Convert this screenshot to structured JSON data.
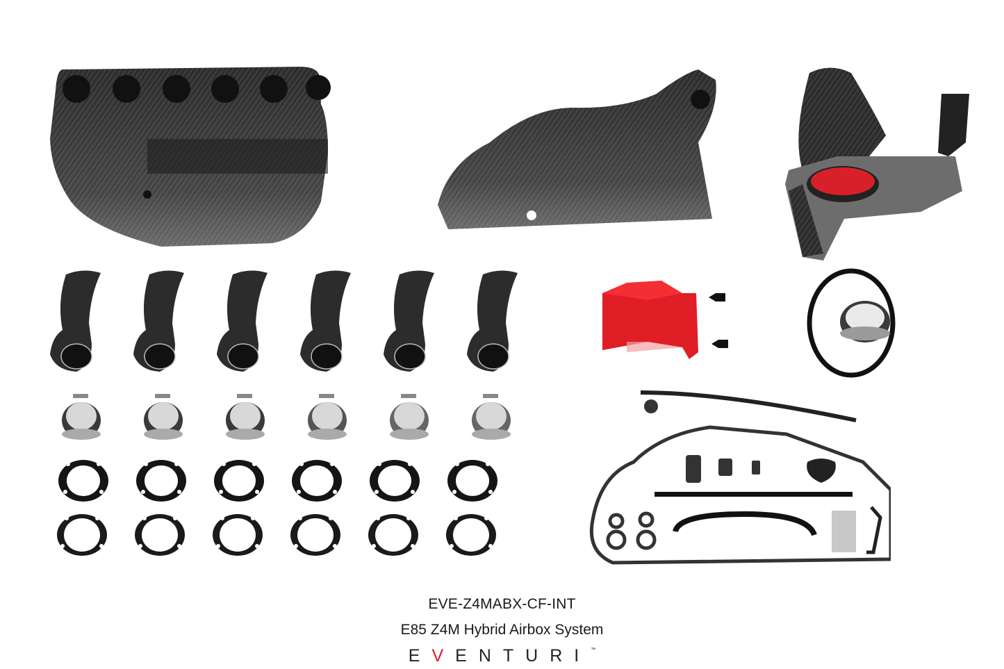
{
  "product": {
    "sku": "EVE-Z4MABX-CF-INT",
    "name": "E85 Z4M Hybrid Airbox System",
    "brand": {
      "prefix": "E",
      "accent_letter": "V",
      "suffix": "ENTURI",
      "trademark": "™",
      "accent_color": "#d8202a"
    }
  },
  "parts": {
    "airbox_main": "carbon-fiber-airbox-plenum-6-ports",
    "airbox_lid": "carbon-fiber-airbox-lid",
    "intake_filter": "carbon-intake-with-red-filter",
    "heat_shield": "red-heat-shield",
    "clips_count": 2,
    "coupler_gasket": "coupler-with-ring-gasket",
    "trumpets_count": 6,
    "couplers_count": 6,
    "gasket_rows": 2,
    "gaskets_per_row": 6,
    "hardware_kit": "lid-gasket-with-hoses-and-brackets"
  },
  "colors": {
    "carbon": "#2a2a2a",
    "filter_red": "#d8202a",
    "background": "#ffffff"
  }
}
